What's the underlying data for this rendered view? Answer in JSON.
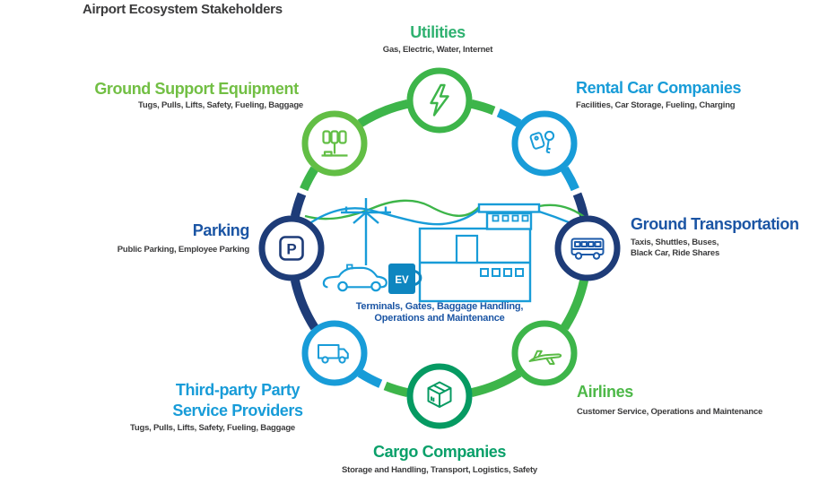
{
  "title": "Airport Ecosystem Stakeholders",
  "center": {
    "caption_line1": "Terminals, Gates, Baggage Handling,",
    "caption_line2": "Operations and Maintenance",
    "ev_label": "EV"
  },
  "stakeholders": [
    {
      "id": "utilities",
      "label": "Utilities",
      "sub": "Gas, Electric, Water, Internet",
      "icon": "lightning-bolt-icon",
      "heading_color": "#2FB170",
      "ring_color": "#3DB54A"
    },
    {
      "id": "rental-car-companies",
      "label": "Rental Car Companies",
      "sub": "Facilities, Car Storage, Fueling, Charging",
      "icon": "car-key-icon",
      "heading_color": "#189CD8",
      "ring_color": "#189CD8"
    },
    {
      "id": "ground-transportation",
      "label": "Ground Transportation",
      "sub_line1": "Taxis, Shuttles, Buses,",
      "sub_line2": "Black Car, Ride Shares",
      "icon": "bus-icon",
      "heading_color": "#1B55A4",
      "ring_color": "#1E3C78"
    },
    {
      "id": "airlines",
      "label": "Airlines",
      "sub": "Customer Service, Operations and Maintenance",
      "icon": "airplane-icon",
      "heading_color": "#4DB848",
      "ring_color": "#3DB54A"
    },
    {
      "id": "cargo-companies",
      "label": "Cargo Companies",
      "sub": "Storage and Handling, Transport, Logistics, Safety",
      "icon": "package-box-icon",
      "heading_color": "#0AA06A",
      "ring_color": "#069A62"
    },
    {
      "id": "third-party-service-providers",
      "label_line1": "Third-party Party",
      "label_line2": "Service Providers",
      "sub": "Tugs, Pulls, Lifts, Safety, Fueling, Baggage",
      "icon": "delivery-truck-icon",
      "heading_color": "#189CD8",
      "ring_color": "#189CD8"
    },
    {
      "id": "parking",
      "label": "Parking",
      "sub": "Public Parking, Employee Parking",
      "icon": "parking-sign-icon",
      "icon_letter": "P",
      "heading_color": "#1B55A4",
      "ring_color": "#1E3C78"
    },
    {
      "id": "ground-support-equipment",
      "label": "Ground Support Equipment",
      "sub": "Tugs, Pulls, Lifts, Safety, Fueling, Baggage",
      "icon": "baggage-cart-icon",
      "heading_color": "#72BF44",
      "ring_color": "#62BE45"
    }
  ],
  "colors": {
    "green": "#3DB54A",
    "yellow_green": "#62BE45",
    "teal": "#069A62",
    "light_blue": "#189CD8",
    "navy": "#1E3C78",
    "royal_blue": "#1B55A4",
    "ev_box_blue": "#0E86C0",
    "text_dark": "#3B3B3C"
  }
}
